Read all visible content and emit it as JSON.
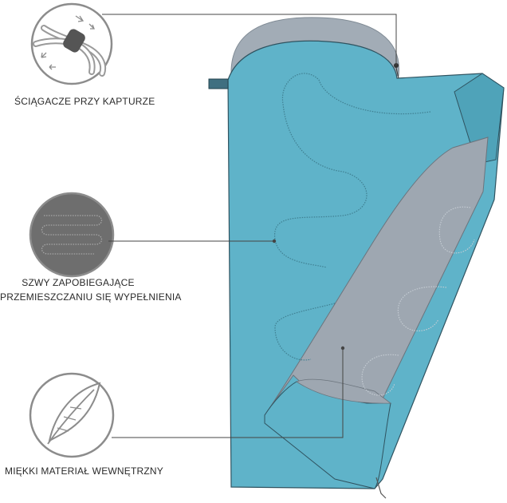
{
  "colors": {
    "bag_outer": "#5fb3c9",
    "bag_outer_dark": "#3f8ea3",
    "bag_lining": "#9ea7b1",
    "hood_top": "#a2acb6",
    "icon_stroke": "#8c8c8c",
    "icon_fill_dark": "#6e6e6e",
    "leader_line": "#444444"
  },
  "features": [
    {
      "id": "hood-drawcord",
      "icon": "drawcord-icon",
      "label": "ŚCIĄGACZE PRZY KAPTURZE"
    },
    {
      "id": "anti-shift-seams",
      "icon": "quilted-seams-icon",
      "label_lines": [
        "SZWY ZAPOBIEGAJĄCE",
        "PRZEMIESZCZANIU SIĘ WYPEŁNIENIA"
      ]
    },
    {
      "id": "soft-lining",
      "icon": "feather-icon",
      "label": "MIĘKKI MATERIAŁ WEWNĘTRZNY"
    }
  ]
}
